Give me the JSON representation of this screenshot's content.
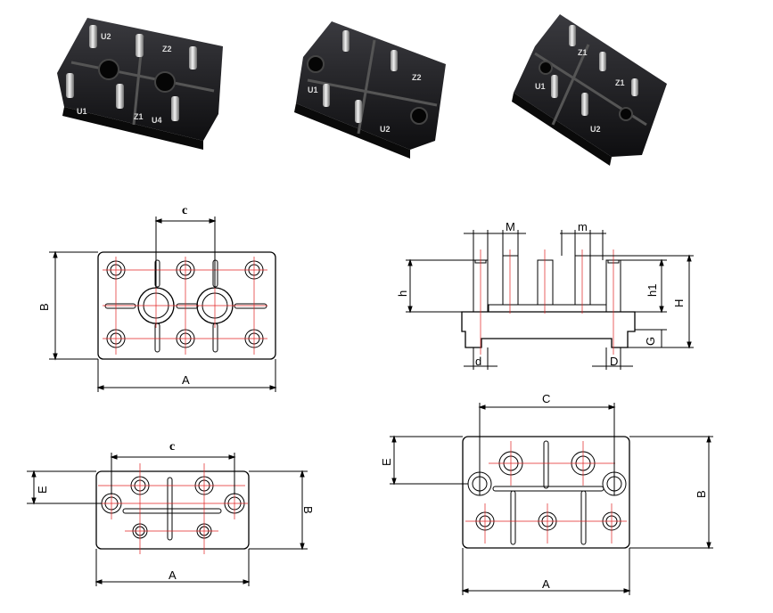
{
  "photos": {
    "left": {
      "labels": [
        "U2",
        "Z2",
        "U1",
        "Z1",
        "U4"
      ]
    },
    "middle": {
      "labels": [
        "U1",
        "Z2",
        "U2"
      ]
    },
    "right": {
      "labels": [
        "Z1",
        "Z1",
        "U1",
        "U2"
      ]
    }
  },
  "drawing_top_left": {
    "dim_top": "c",
    "dim_left": "B",
    "dim_bottom": "A"
  },
  "drawing_side": {
    "dims": [
      "M",
      "m",
      "h",
      "h1",
      "H",
      "G",
      "d",
      "D"
    ]
  },
  "drawing_bottom_left": {
    "dim_top": "c",
    "dim_left": "E",
    "dim_right": "B",
    "dim_bottom": "A"
  },
  "drawing_bottom_right": {
    "dim_top": "C",
    "dim_left": "E",
    "dim_right": "B",
    "dim_bottom": "A"
  },
  "colors": {
    "line": "#000000",
    "center_line": "#e02020",
    "body": "#1b1b1e"
  }
}
